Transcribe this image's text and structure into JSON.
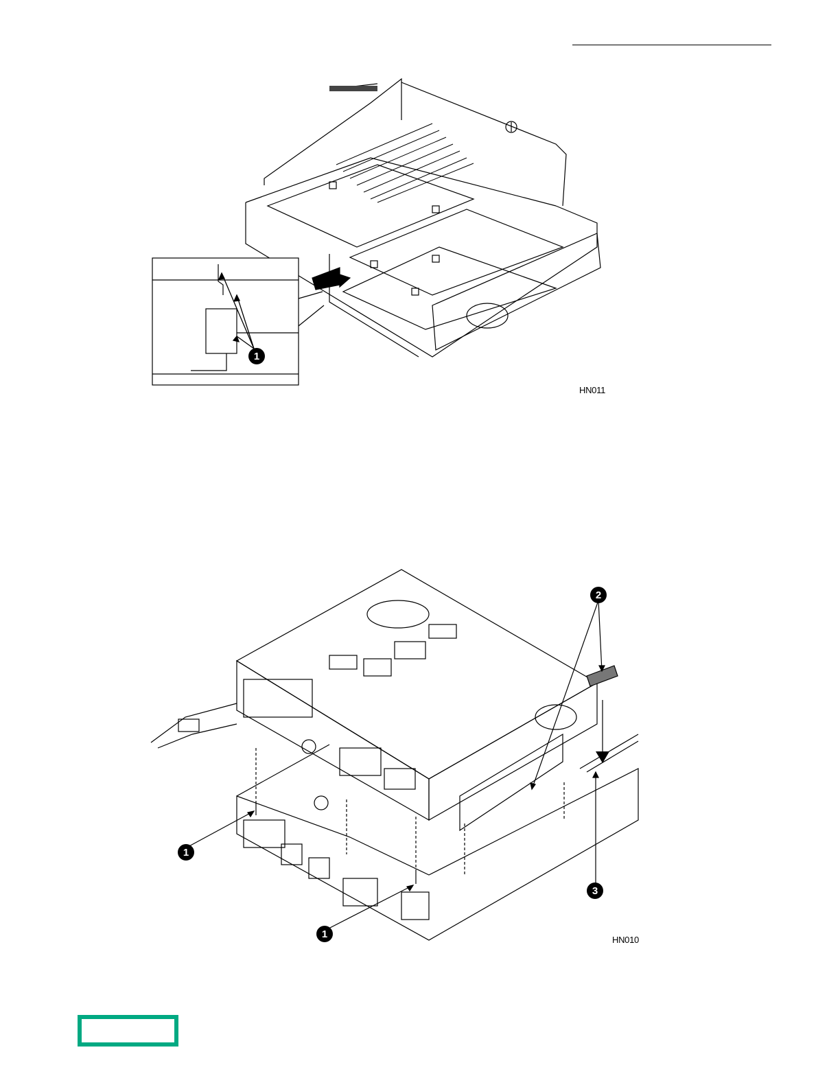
{
  "figures": [
    {
      "id": "HN011",
      "callouts": [
        "1"
      ]
    },
    {
      "id": "HN010",
      "callouts": [
        "1",
        "1",
        "2",
        "3"
      ]
    }
  ],
  "colors": {
    "logo": "#01a982",
    "line": "#000000",
    "callout_bg": "#000000"
  },
  "logo": {
    "shape": "green-rectangle-outline"
  }
}
